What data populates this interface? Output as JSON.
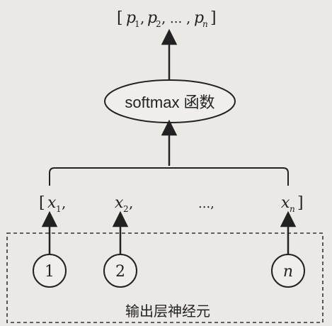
{
  "diagram": {
    "output_vector": {
      "open": "[",
      "sep": ", ",
      "ellipsis": "...",
      "close": "]",
      "symbol": "p",
      "subs": [
        "1",
        "2",
        "n"
      ]
    },
    "softmax_label": "softmax 函数",
    "input_vector": {
      "open": "[",
      "close": "]",
      "ellipsis": "...,",
      "symbol": "x",
      "subs": [
        "1",
        "2",
        "n"
      ]
    },
    "neurons": [
      "1",
      "2",
      "n"
    ],
    "layer_label": "输出层神经元"
  }
}
